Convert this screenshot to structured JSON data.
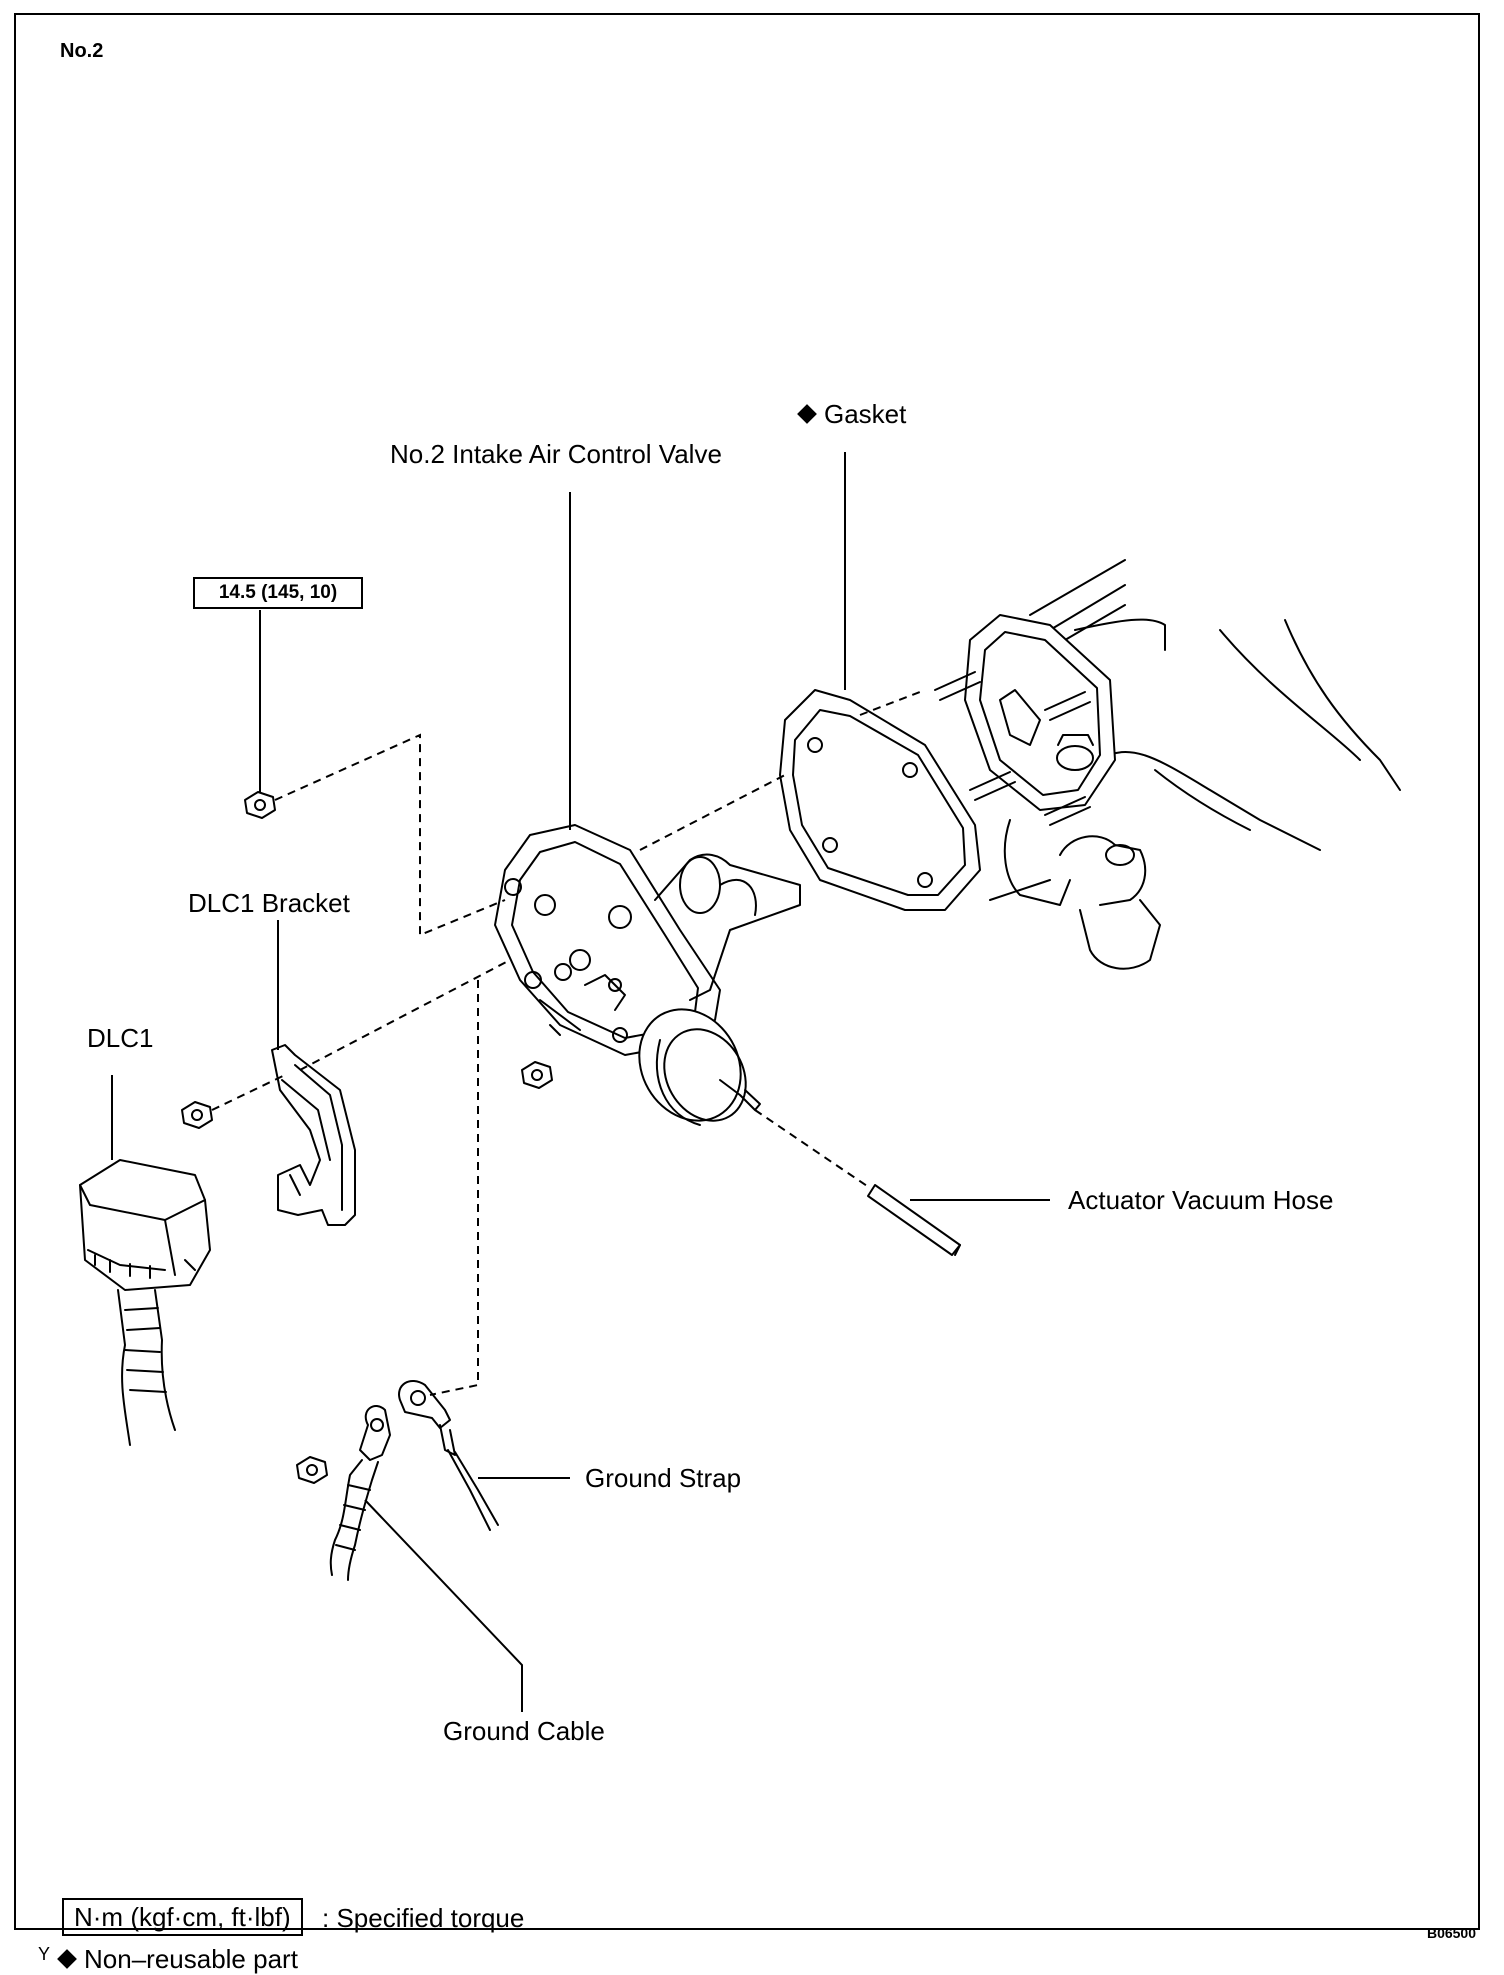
{
  "page": {
    "title": "No.2",
    "figure_code": "B06500",
    "side_mark": "Y"
  },
  "labels": {
    "gasket": "Gasket",
    "intake_valve": "No.2 Intake Air Control Valve",
    "torque_spec": "14.5 (145, 10)",
    "dlc1_bracket": "DLC1 Bracket",
    "dlc1": "DLC1",
    "actuator_hose": "Actuator Vacuum Hose",
    "ground_strap": "Ground Strap",
    "ground_cable": "Ground Cable"
  },
  "legend": {
    "torque_unit": "N·m (kgf·cm, ft·lbf)",
    "torque_desc": ": Specified torque",
    "nonreusable_desc": "Non–reusable part"
  },
  "colors": {
    "line": "#000000",
    "background": "#ffffff",
    "part_fill": "#ffffff",
    "shade": "#dcdcdc"
  }
}
